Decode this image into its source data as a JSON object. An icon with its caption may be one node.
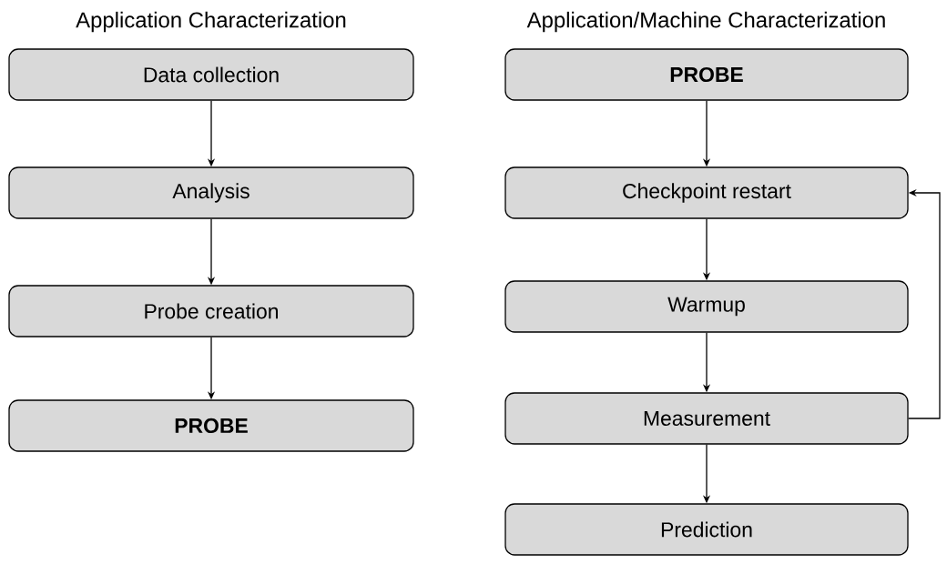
{
  "diagram": {
    "nodes": [
      {
        "text": [
          "Data collection"
        ]
      },
      {
        "text": [
          "Analysis"
        ]
      },
      {
        "text": [
          "Probe creation"
        ]
      },
      {
        "text": [
          "PROBE"
        ]
      },
      {
        "text": [
          "PROBE"
        ]
      },
      {
        "text": [
          "Checkpoint restart"
        ]
      },
      {
        "text": [
          "Warmup"
        ]
      },
      {
        "text": [
          "Measurement"
        ]
      },
      {
        "text": [
          "Prediction"
        ]
      }
    ],
    "edges": [
      {
        "from": 0,
        "to": 1,
        "arrow": "to"
      },
      {
        "from": 1,
        "to": 2,
        "arrow": "to"
      },
      {
        "from": 2,
        "to": 3,
        "arrow": "to"
      },
      {
        "from": 4,
        "to": 5,
        "arrow": "to"
      },
      {
        "from": 5,
        "to": 6,
        "arrow": "to"
      },
      {
        "from": 6,
        "to": 7,
        "arrow": "to"
      },
      {
        "from": 7,
        "to": 8,
        "arrow": "to"
      },
      {
        "from": 7,
        "to": 5,
        "arrow": "to"
      }
    ],
    "labels": [
      "Application Characterization",
      "Application/Machine Characterization"
    ]
  }
}
